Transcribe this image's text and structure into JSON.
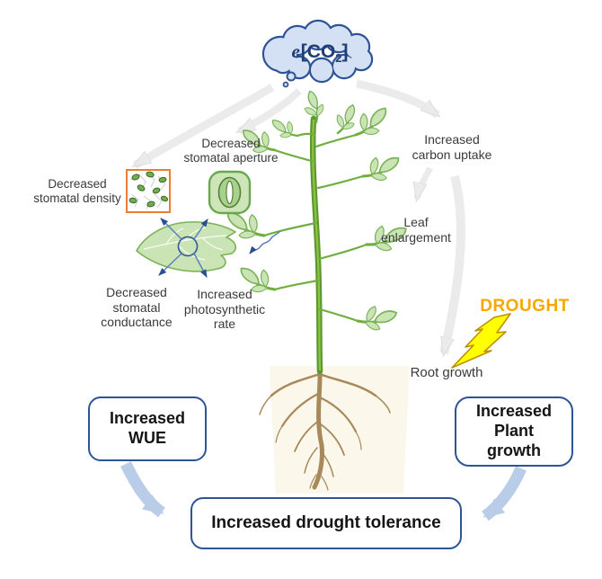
{
  "cloud": {
    "prefix": "e",
    "bracket_open": "[CO",
    "subscript": "2",
    "bracket_close": "]"
  },
  "effects_left": {
    "stomatal_density": "Decreased\nstomatal density",
    "stomatal_aperture": "Decreased\nstomatal aperture",
    "stomatal_conductance": "Decreased\nstomatal\nconductance",
    "photosynthetic_rate": "Increased\nphotosynthetic\nrate"
  },
  "effects_right": {
    "carbon_uptake": "Increased\ncarbon uptake",
    "leaf_enlargement": "Leaf\nenlargement",
    "root_growth": "Root growth",
    "drought": "DROUGHT"
  },
  "outcomes": {
    "wue": "Increased\nWUE",
    "plant_growth": "Increased\nPlant\ngrowth",
    "drought_tolerance": "Increased drought tolerance"
  },
  "icons": {
    "cloud": "thought-cloud-icon",
    "stomata_density": "stomata-micrograph-icon",
    "stoma_aperture": "stoma-aperture-icon",
    "leaf": "leaf-icon",
    "magnifier_circle": "zoom-circle-icon",
    "plant": "tomato-plant-icon",
    "roots": "root-system-icon",
    "lightning": "lightning-bolt-icon"
  },
  "colors": {
    "cloud_fill": "#d4e0f3",
    "cloud_border": "#2f5496",
    "cloud_text": "#1e3e74",
    "label_text": "#3a3a3a",
    "box_border": "#2d5596",
    "box_text": "#151515",
    "drought_text": "#F7A700",
    "lightning_fill": "#FFFF00",
    "lightning_border": "#BE9000",
    "gray_arrow": "#ebebeb",
    "gray_arrow_edge": "#dcdcdc",
    "blue_arrow": "#b9cce8",
    "thin_arrow_line": "#5b82b8",
    "thin_arrow_head": "#2c4f8e",
    "leaf_fill": "#cbe4b5",
    "leaf_edge": "#79b257",
    "stem_green": "#5d9732",
    "density_border": "#ed7d31",
    "root_brown": "#a8895b",
    "soil_cream": "#fbf7ea"
  }
}
